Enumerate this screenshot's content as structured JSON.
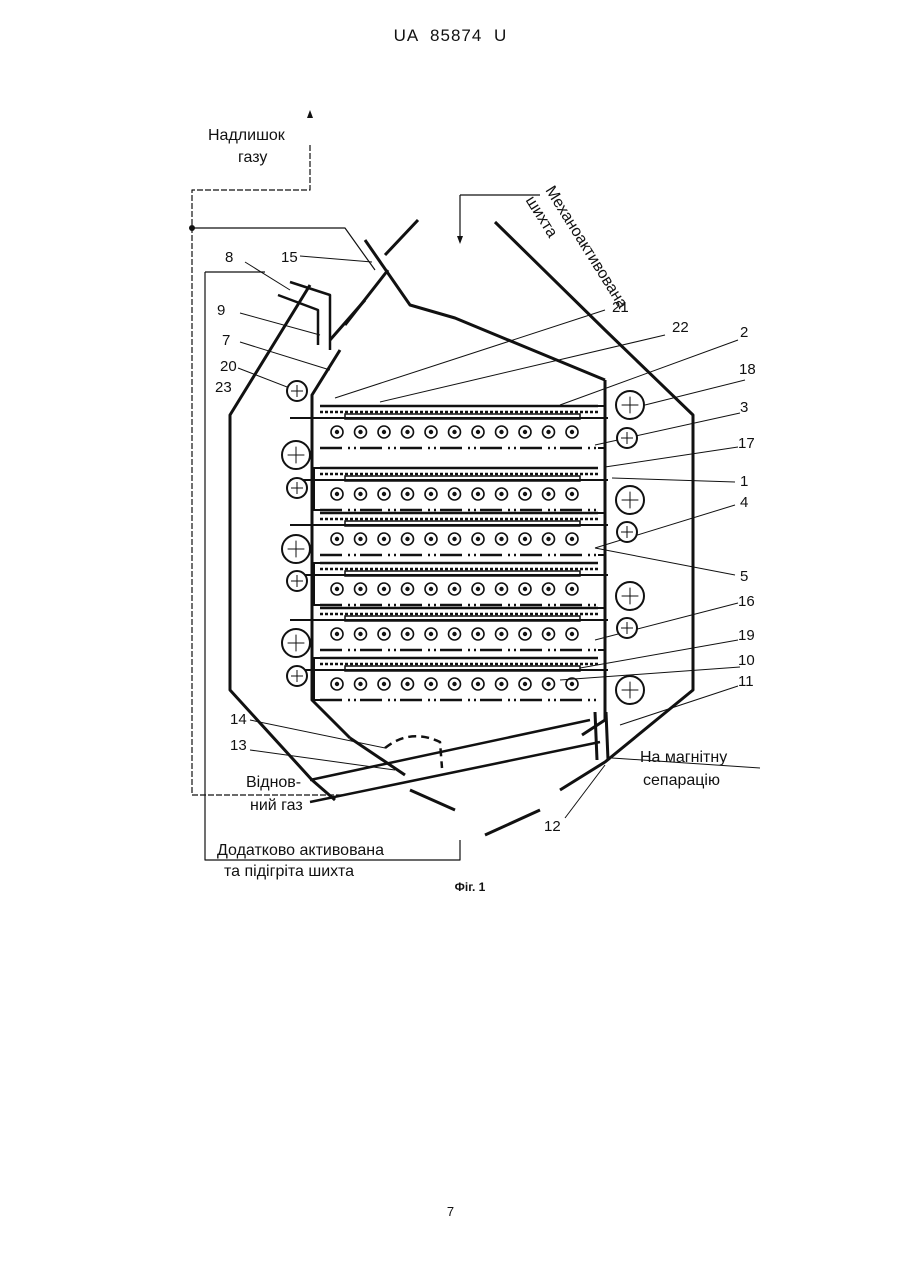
{
  "header": {
    "doc_number": "UA   85874   U"
  },
  "figure": {
    "caption": "Фіг. 1",
    "labels": {
      "excess_gas_line1": "Надлишок",
      "excess_gas_line2": "газу",
      "mech_charge_line1": "Механоактивована",
      "mech_charge_line2": "шихта",
      "reducing_gas_line1": "Віднов-",
      "reducing_gas_line2": "ний газ",
      "magnetic_line1": "На магнітну",
      "magnetic_line2": "сепарацію",
      "activated_line1": "Додатково активована",
      "activated_line2": "та  підігріта  шихта"
    },
    "part_numbers": {
      "n1": "1",
      "n2": "2",
      "n3": "3",
      "n4": "4",
      "n5": "5",
      "n7": "7",
      "n8": "8",
      "n9": "9",
      "n10": "10",
      "n11": "11",
      "n12": "12",
      "n13": "13",
      "n14": "14",
      "n15": "15",
      "n16": "16",
      "n17": "17",
      "n18": "18",
      "n19": "19",
      "n20": "20",
      "n21": "21",
      "n22": "22",
      "n23": "23"
    }
  },
  "page": {
    "number": "7"
  }
}
